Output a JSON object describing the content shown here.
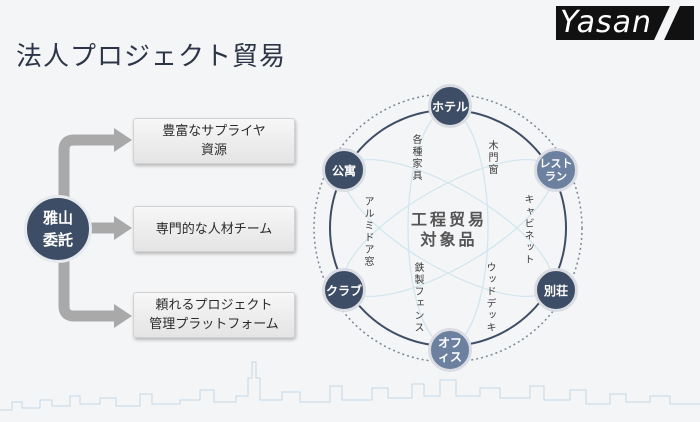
{
  "title": "法人プロジェクト貿易",
  "logo": "Yasan",
  "hub": "雅山\n委託",
  "cards": [
    "豊富なサプライヤ\n資源",
    "専門的な人材チーム",
    "頼れるプロジェクト\n管理プラットフォーム"
  ],
  "center_label": "工程贸易\n対象品",
  "nodes": {
    "hotel": "ホテル",
    "restaurant": "レスト\nラン",
    "villa": "別荘",
    "office": "オフ\nィス",
    "club": "クラブ",
    "apartment": "公寓"
  },
  "items": {
    "furniture": "各種家具",
    "wooden_windows": "木門窗",
    "cabinet": "キャビネット",
    "wood_deck": "ウッドデッキ",
    "iron_fence": "鉄製フェンス",
    "aluminum_door": "アルミドア窓"
  }
}
